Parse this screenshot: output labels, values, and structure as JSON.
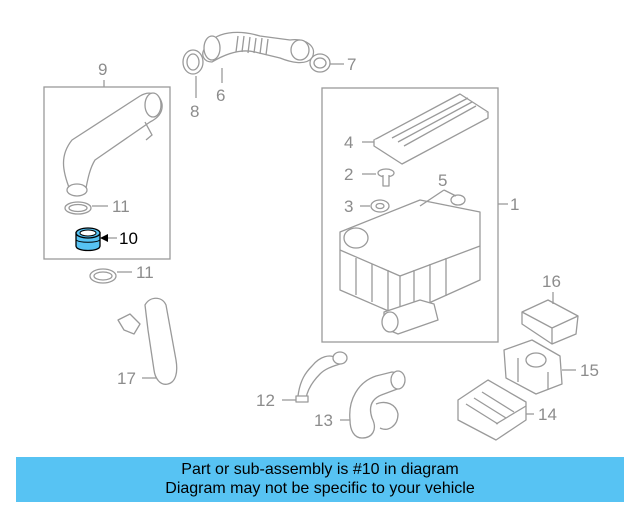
{
  "callouts": {
    "c1": "1",
    "c2": "2",
    "c3": "3",
    "c4": "4",
    "c5": "5",
    "c6": "6",
    "c7": "7",
    "c8": "8",
    "c9": "9",
    "c10": "10",
    "c11a": "11",
    "c11b": "11",
    "c12": "12",
    "c13": "13",
    "c14": "14",
    "c15": "15",
    "c16": "16",
    "c17": "17"
  },
  "highlight_color": "#57c3f3",
  "banner": {
    "line1": "Part or sub-assembly is #10 in diagram",
    "line2": "Diagram may not be specific to your vehicle",
    "color": "#57c3f3"
  }
}
